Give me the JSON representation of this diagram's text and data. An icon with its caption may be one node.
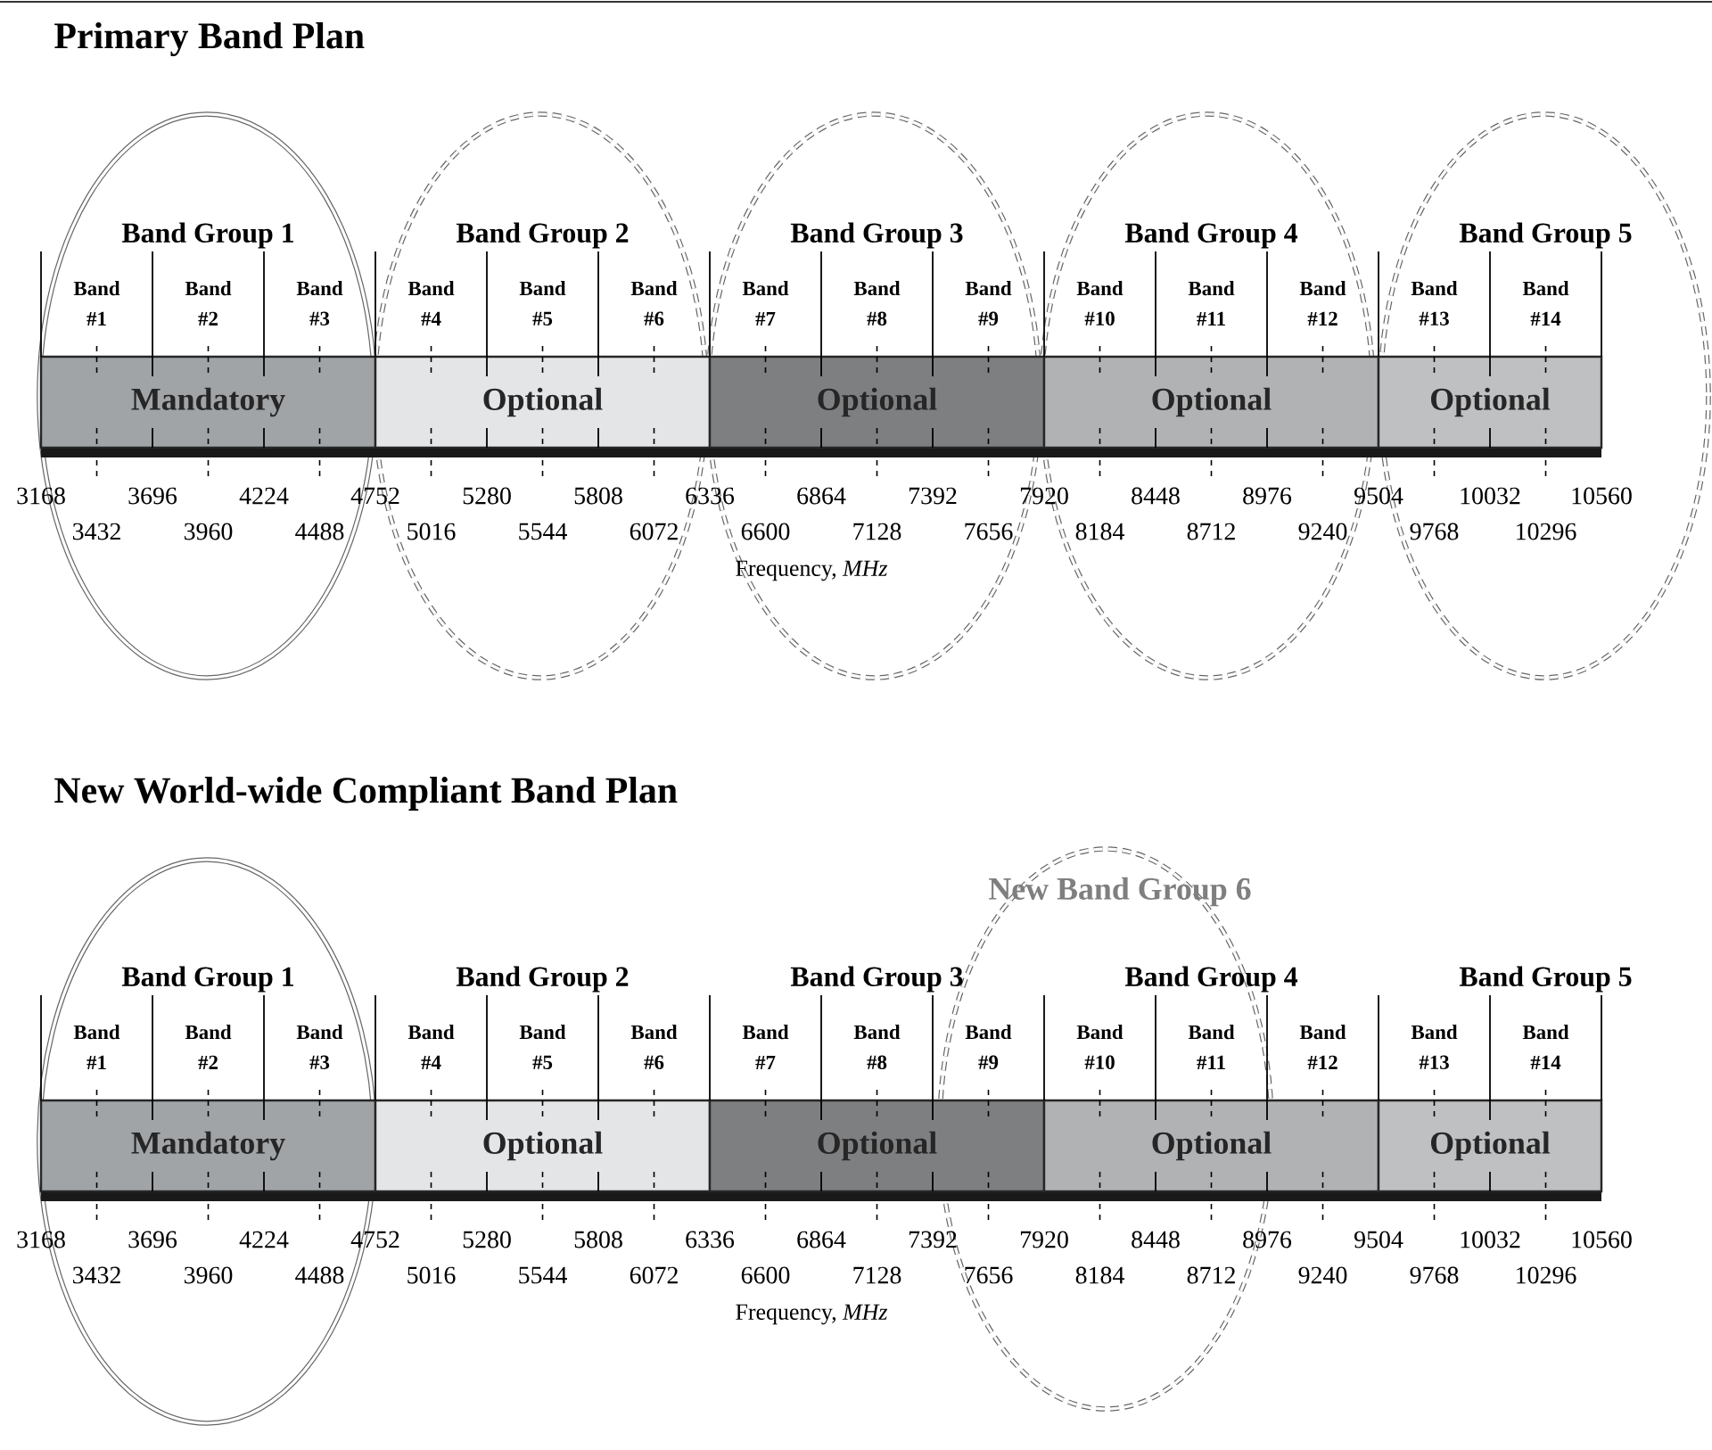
{
  "diagram": {
    "nodes": [
      {
        "text": [
          "Mandatory"
        ]
      },
      {
        "text": [
          "Optional"
        ]
      },
      {
        "text": [
          "Optional"
        ]
      },
      {
        "text": [
          "Optional"
        ]
      },
      {
        "text": [
          "Optional"
        ]
      },
      {
        "text": [
          "Mandatory"
        ]
      },
      {
        "text": [
          "Optional"
        ]
      },
      {
        "text": [
          "Optional"
        ]
      },
      {
        "text": [
          "Optional"
        ]
      },
      {
        "text": [
          "Optional"
        ]
      }
    ],
    "labels": [
      "Primary Band Plan",
      "Band Group 1",
      "Band Group 2",
      "Band Group 3",
      "Band Group 4",
      "Band Group 5",
      "Band #1",
      "Band #2",
      "Band #3",
      "Band #4",
      "Band #5",
      "Band #6",
      "Band #7",
      "Band #8",
      "Band #9",
      "Band #10",
      "Band #11",
      "Band #12",
      "Band #13",
      "Band #14",
      "3168",
      "3696",
      "4224",
      "4752",
      "5280",
      "5808",
      "6336",
      "6864",
      "7392",
      "7920",
      "8448",
      "8976",
      "9504",
      "10032",
      "10560",
      "3432",
      "3960",
      "4488",
      "5016",
      "5544",
      "6072",
      "6600",
      "7128",
      "7656",
      "8184",
      "8712",
      "9240",
      "9768",
      "10296",
      "Frequency, *MHz*",
      "New World-wide Compliant Band Plan",
      "New Band Group 6",
      "Band Group 1",
      "Band Group 2",
      "Band Group 3",
      "Band Group 4",
      "Band Group 5",
      "Band #1",
      "Band #2",
      "Band #3",
      "Band #4",
      "Band #5",
      "Band #6",
      "Band #7",
      "Band #8",
      "Band #9",
      "Band #10",
      "Band #11",
      "Band #12",
      "Band #13",
      "Band #14",
      "3168",
      "3696",
      "4224",
      "4752",
      "5280",
      "5808",
      "6336",
      "6864",
      "7392",
      "7920",
      "8448",
      "8976",
      "9504",
      "10032",
      "10560",
      "3432",
      "3960",
      "4488",
      "5016",
      "5544",
      "6072",
      "6600",
      "7128",
      "7656",
      "8184",
      "8712",
      "9240",
      "9768",
      "10296",
      "Frequency, *MHz*"
    ]
  }
}
